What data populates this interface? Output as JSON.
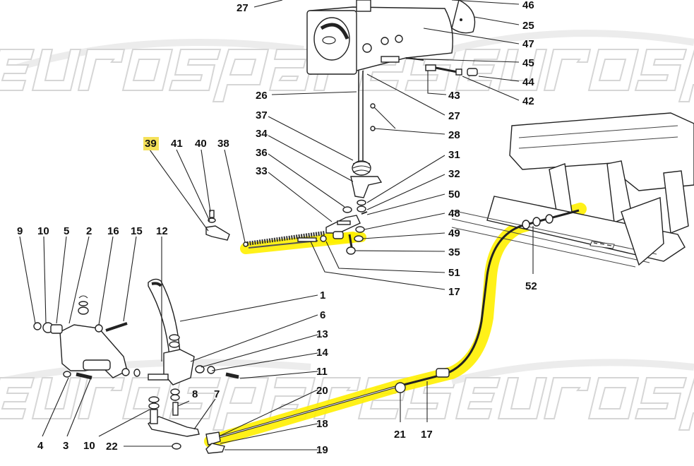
{
  "diagram": {
    "title": "Accelerator Control Linkage",
    "watermark": "eurospares",
    "highlighted_label": "39",
    "colors": {
      "highlight": "#ffef00",
      "label_highlight_bg": "#f5e15a",
      "ink": "#111111",
      "watermark_stroke": "#d8d8d8"
    },
    "labels": [
      {
        "id": "27",
        "text": "27",
        "group": "throttle-body-top"
      },
      {
        "id": "46",
        "text": "46",
        "group": "throttle-body-top"
      },
      {
        "id": "25",
        "text": "25",
        "group": "throttle-body-top"
      },
      {
        "id": "47",
        "text": "47",
        "group": "throttle-body-top"
      },
      {
        "id": "45",
        "text": "45",
        "group": "adjuster"
      },
      {
        "id": "44",
        "text": "44",
        "group": "adjuster"
      },
      {
        "id": "43",
        "text": "43",
        "group": "adjuster"
      },
      {
        "id": "42",
        "text": "42",
        "group": "adjuster"
      },
      {
        "id": "26",
        "text": "26",
        "group": "throttle-rod"
      },
      {
        "id": "27b",
        "text": "27",
        "group": "throttle-rod"
      },
      {
        "id": "28",
        "text": "28",
        "group": "throttle-rod"
      },
      {
        "id": "37",
        "text": "37",
        "group": "lever"
      },
      {
        "id": "34",
        "text": "34",
        "group": "lever"
      },
      {
        "id": "36",
        "text": "36",
        "group": "lever"
      },
      {
        "id": "33",
        "text": "33",
        "group": "lever"
      },
      {
        "id": "31",
        "text": "31",
        "group": "lever"
      },
      {
        "id": "32",
        "text": "32",
        "group": "lever"
      },
      {
        "id": "50",
        "text": "50",
        "group": "lever"
      },
      {
        "id": "48",
        "text": "48",
        "group": "lever"
      },
      {
        "id": "49",
        "text": "49",
        "group": "lever"
      },
      {
        "id": "35",
        "text": "35",
        "group": "lever"
      },
      {
        "id": "51",
        "text": "51",
        "group": "lever"
      },
      {
        "id": "17a",
        "text": "17",
        "group": "lever"
      },
      {
        "id": "39",
        "text": "39",
        "group": "bracket"
      },
      {
        "id": "41",
        "text": "41",
        "group": "bracket"
      },
      {
        "id": "40",
        "text": "40",
        "group": "bracket"
      },
      {
        "id": "38",
        "text": "38",
        "group": "bracket"
      },
      {
        "id": "9",
        "text": "9",
        "group": "pedal-mount"
      },
      {
        "id": "10a",
        "text": "10",
        "group": "pedal-mount"
      },
      {
        "id": "5",
        "text": "5",
        "group": "pedal-mount"
      },
      {
        "id": "2",
        "text": "2",
        "group": "pedal-mount"
      },
      {
        "id": "16",
        "text": "16",
        "group": "pedal-mount"
      },
      {
        "id": "15",
        "text": "15",
        "group": "pedal-mount"
      },
      {
        "id": "12",
        "text": "12",
        "group": "pedal"
      },
      {
        "id": "1",
        "text": "1",
        "group": "pedal"
      },
      {
        "id": "6",
        "text": "6",
        "group": "pedal"
      },
      {
        "id": "13",
        "text": "13",
        "group": "pedal"
      },
      {
        "id": "14",
        "text": "14",
        "group": "pedal"
      },
      {
        "id": "11",
        "text": "11",
        "group": "pedal"
      },
      {
        "id": "20",
        "text": "20",
        "group": "cable"
      },
      {
        "id": "18",
        "text": "18",
        "group": "cable"
      },
      {
        "id": "19",
        "text": "19",
        "group": "cable"
      },
      {
        "id": "8",
        "text": "8",
        "group": "pedal"
      },
      {
        "id": "7",
        "text": "7",
        "group": "pedal"
      },
      {
        "id": "4",
        "text": "4",
        "group": "pedal-mount"
      },
      {
        "id": "3",
        "text": "3",
        "group": "pedal-mount"
      },
      {
        "id": "10b",
        "text": "10",
        "group": "pedal"
      },
      {
        "id": "22",
        "text": "22",
        "group": "pedal"
      },
      {
        "id": "21",
        "text": "21",
        "group": "cable"
      },
      {
        "id": "17b",
        "text": "17",
        "group": "cable"
      },
      {
        "id": "52",
        "text": "52",
        "group": "cable"
      }
    ]
  }
}
